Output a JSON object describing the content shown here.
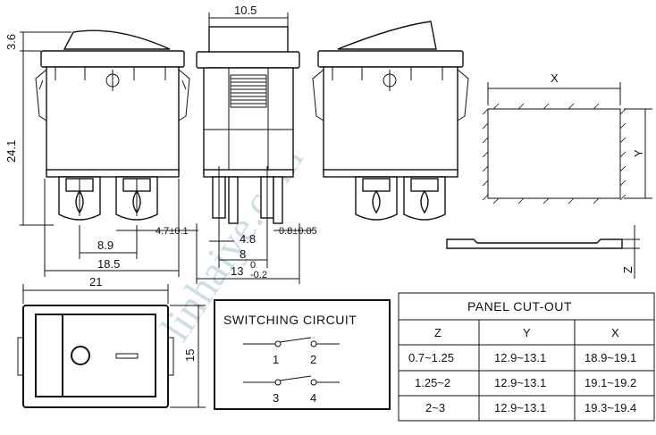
{
  "dimensions": {
    "top_width": "10.5",
    "actuator_height": "3.6",
    "body_height": "24.1",
    "terminal_spacing": "8.9",
    "terminal_width": "4.7±0.1",
    "overall_terminal_span": "18.5",
    "side_terminal_width": "4.8",
    "side_terminal_thickness": "0.8±0.05",
    "side_terminal_pitch": "8",
    "side_depth": "13",
    "side_depth_tol_upper": "0",
    "side_depth_tol_lower": "-0.2",
    "front_width": "21",
    "front_height": "15",
    "panel_x": "X",
    "panel_y": "Y",
    "panel_z": "Z"
  },
  "switching_circuit": {
    "title": "SWITCHING CIRCUIT",
    "terminals": [
      "1",
      "2",
      "3",
      "4"
    ]
  },
  "panel_cutout": {
    "title": "PANEL CUT-OUT",
    "columns": [
      "Z",
      "Y",
      "X"
    ],
    "rows": [
      [
        "0.7~1.25",
        "12.9~13.1",
        "18.9~19.1"
      ],
      [
        "1.25~2",
        "12.9~13.1",
        "19.1~19.2"
      ],
      [
        "2~3",
        "12.9~13.1",
        "19.3~19.4"
      ]
    ]
  },
  "watermark": "linhaiye.com"
}
